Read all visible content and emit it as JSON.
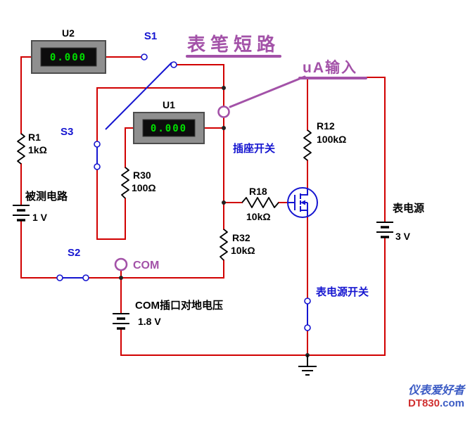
{
  "colors": {
    "wire_red": "#d10000",
    "component_blue": "#1515d0",
    "annotation_purple": "#a352a8",
    "display_green": "#00e000",
    "watermark_blue": "#3b5bc4",
    "watermark_red": "#d03030"
  },
  "meters": {
    "u2": {
      "name": "U2",
      "reading": "0.000"
    },
    "u1": {
      "name": "U1",
      "reading": "0.000"
    }
  },
  "resistors": {
    "r1": {
      "name": "R1",
      "value": "1kΩ"
    },
    "r30": {
      "name": "R30",
      "value": "100Ω"
    },
    "r12": {
      "name": "R12",
      "value": "100kΩ"
    },
    "r18": {
      "name": "R18",
      "value": "10kΩ"
    },
    "r32": {
      "name": "R32",
      "value": "10kΩ"
    }
  },
  "switches": {
    "s1": "S1",
    "s2": "S2",
    "s3": "S3",
    "socket_label": "插座开关",
    "power_label": "表电源开关"
  },
  "sources": {
    "dut_label": "被测电路",
    "dut_value": "1 V",
    "supply_label": "表电源",
    "supply_value": "3 V",
    "com_label": "COM插口对地电压",
    "com_value": "1.8 V"
  },
  "annotations": {
    "probe_short": "表笔短路",
    "ua_input": "uA输入",
    "com_jack": "COM"
  },
  "watermark": {
    "name": "仪表爱好者",
    "brand": "DT830",
    "suffix": ".com"
  }
}
